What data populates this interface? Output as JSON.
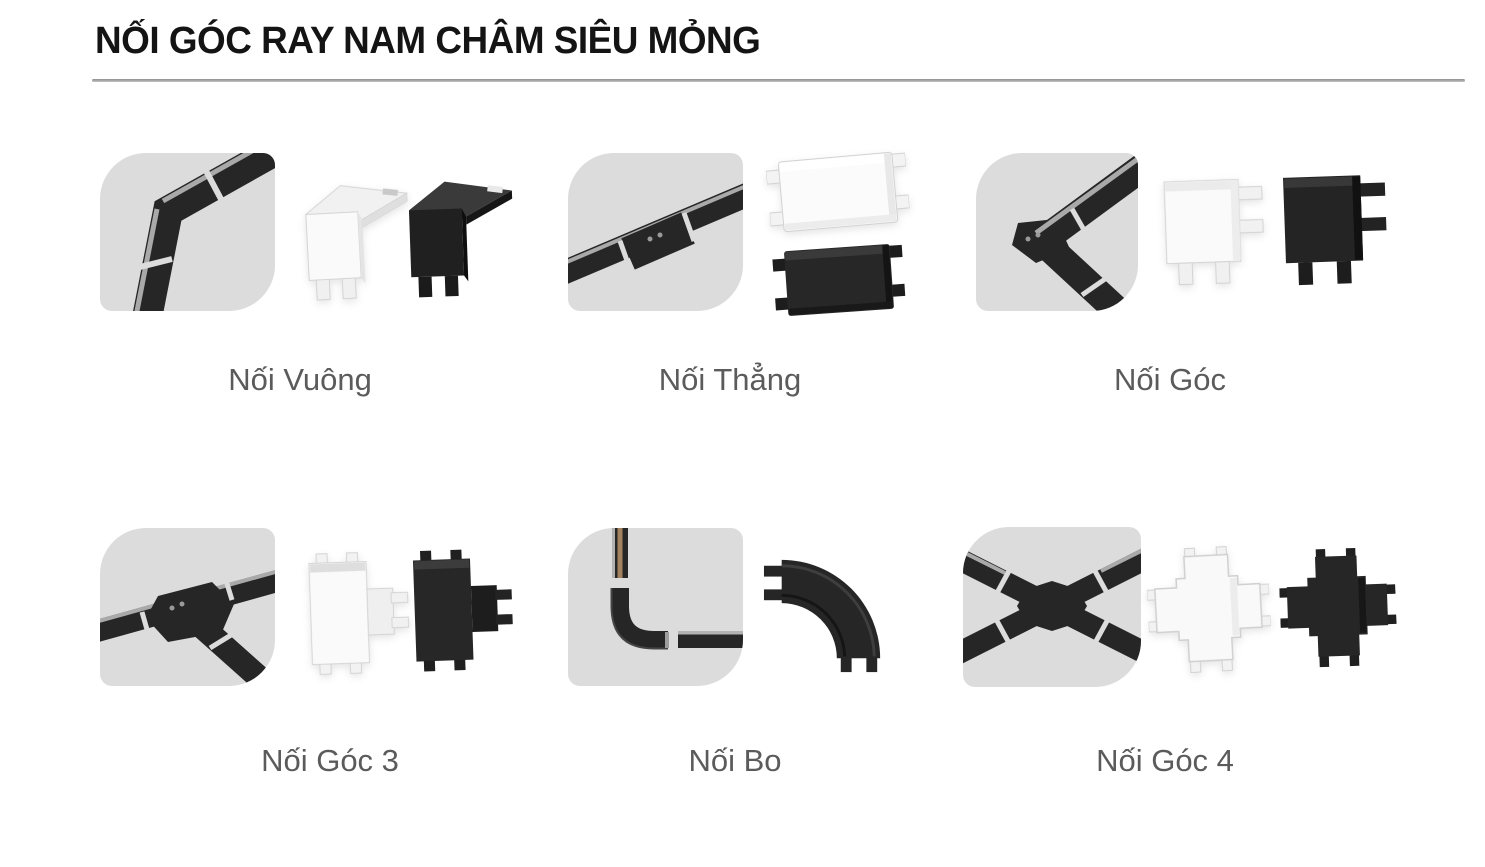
{
  "page": {
    "title": "NỐI GÓC RAY NAM CHÂM SIÊU MỎNG"
  },
  "colors": {
    "background": "#ffffff",
    "tile_background": "#dcdcdd",
    "divider": "#9a9a9a",
    "title_text": "#141414",
    "label_text": "#5b5b5b",
    "rail_dark": "#262626",
    "rail_highlight": "#b2b2b2",
    "connector_white": "#fafafa",
    "connector_white_edge": "#d2d2d2",
    "connector_black": "#262626"
  },
  "products": [
    {
      "label": "Nối Vuông",
      "tile_icon": "rail-vertical-corner-icon",
      "variants": [
        "white",
        "black"
      ]
    },
    {
      "label": "Nối Thẳng",
      "tile_icon": "rail-straight-joint-icon",
      "variants": [
        "white",
        "black"
      ]
    },
    {
      "label": "Nối Góc",
      "tile_icon": "rail-flat-corner-icon",
      "variants": [
        "white",
        "black"
      ]
    },
    {
      "label": "Nối Góc 3",
      "tile_icon": "rail-tee-joint-icon",
      "variants": [
        "white",
        "black"
      ]
    },
    {
      "label": "Nối Bo",
      "tile_icon": "rail-curved-joint-icon",
      "variants": [
        "black"
      ]
    },
    {
      "label": "Nối Góc 4",
      "tile_icon": "rail-cross-joint-icon",
      "variants": [
        "white",
        "black"
      ]
    }
  ]
}
